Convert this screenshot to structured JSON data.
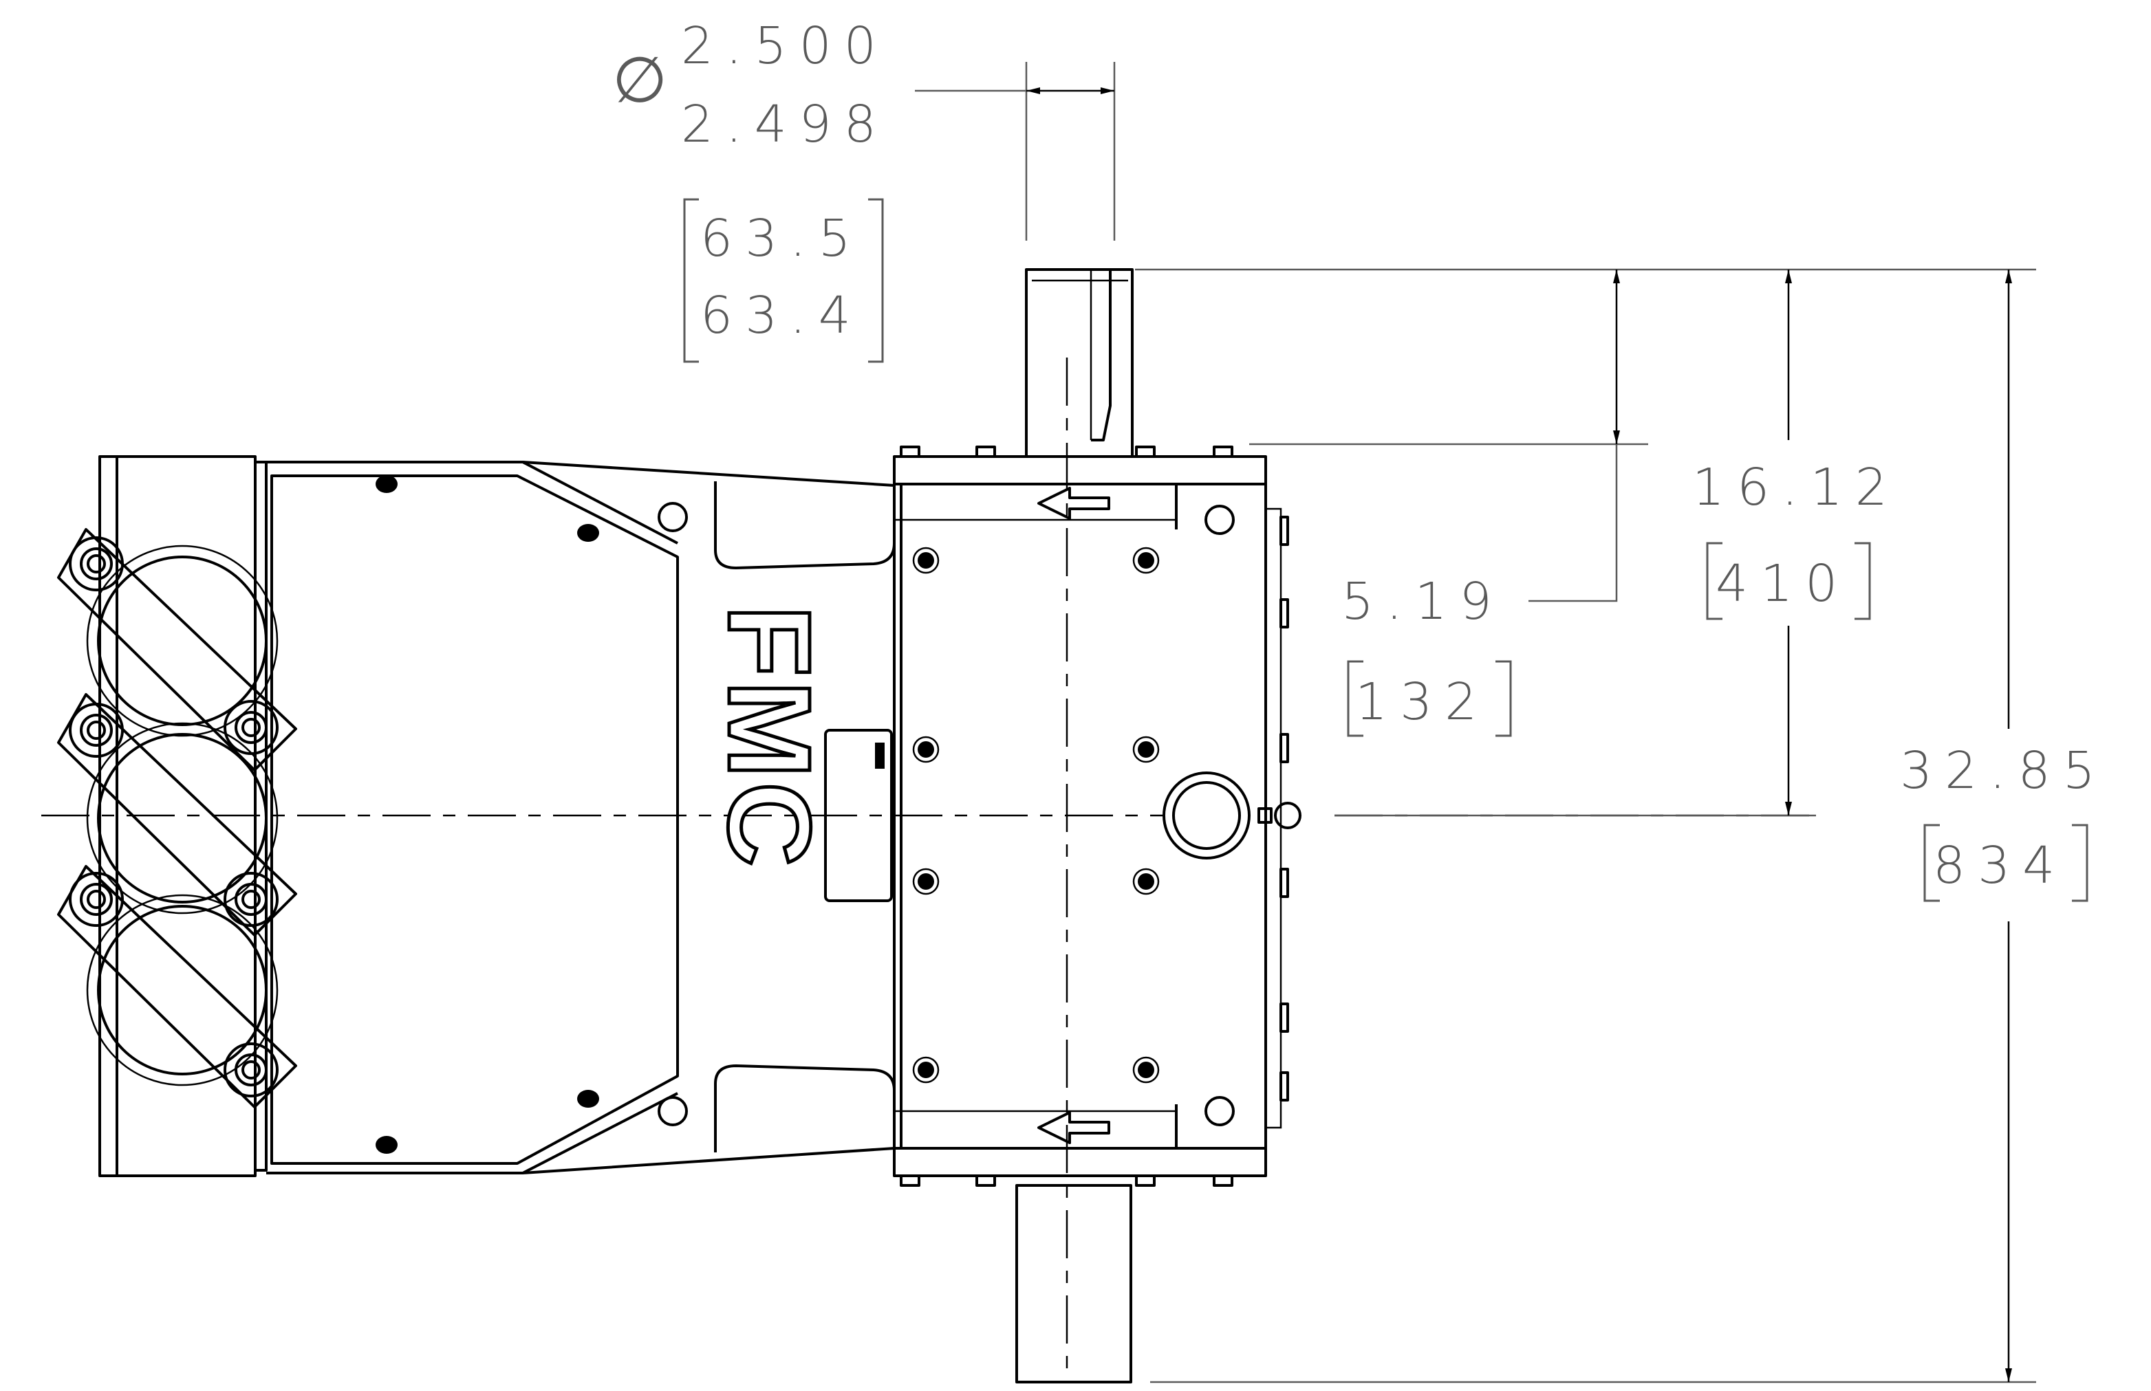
{
  "drawing": {
    "logo_text": "FMC",
    "shaft_diameter": {
      "symbol": "∅",
      "max_in": "2.500",
      "min_in": "2.498",
      "max_mm": "63.5",
      "min_mm": "63.4"
    },
    "dim_shaft_to_face": {
      "inches": "5.19",
      "mm": "132"
    },
    "dim_shaft_to_center": {
      "inches": "16.12",
      "mm": "410"
    },
    "dim_overall": {
      "inches": "32.85",
      "mm": "834"
    }
  }
}
